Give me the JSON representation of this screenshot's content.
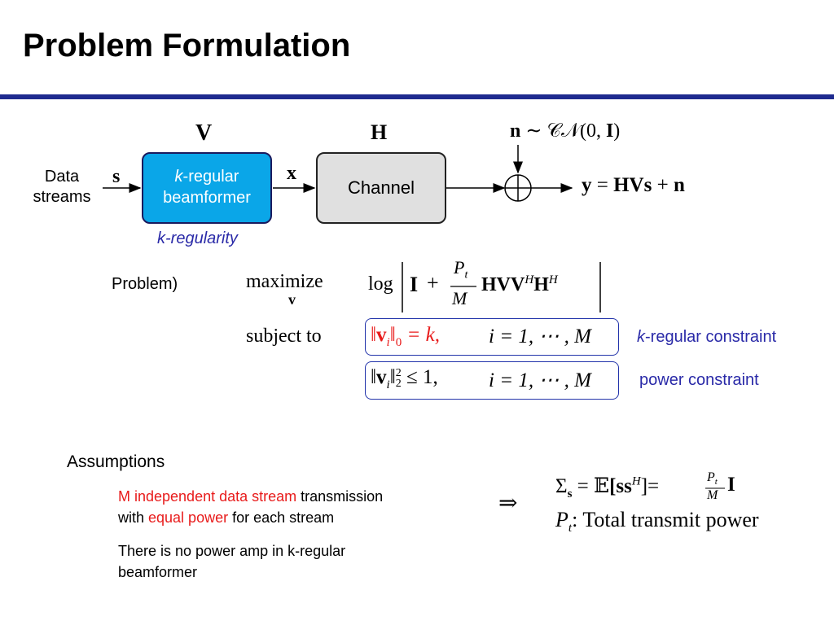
{
  "title": "Problem Formulation",
  "diagram": {
    "input_label_line1": "Data",
    "input_label_line2": "streams",
    "s_symbol": "s",
    "V_symbol": "V",
    "x_symbol": "x",
    "H_symbol": "H",
    "beamformer_k": "k",
    "beamformer_line1_rest": "-regular",
    "beamformer_line2": "beamformer",
    "beamformer_note": "k-regularity",
    "channel_label": "Channel",
    "noise_n": "n",
    "noise_dist": "∼ 𝒞𝒩(0, ",
    "noise_I": "I",
    "noise_close": ")",
    "output_y": "y",
    "output_eq": " = ",
    "output_HVs": "HVs",
    "output_plus": " + ",
    "output_n": "n"
  },
  "problem": {
    "label": "Problem)",
    "maximize": "maximize",
    "maximize_var": "v",
    "objective_log": "log",
    "objective_I": "I",
    "objective_plus": "+",
    "objective_Pt": "P",
    "objective_Pt_sub": "t",
    "objective_M": "M",
    "objective_HVV": "HVV",
    "objective_sup1": "H",
    "objective_H": "H",
    "objective_sup2": "H",
    "subject_to": "subject to",
    "c1_norm_open": "‖",
    "c1_v": "v",
    "c1_i": "i",
    "c1_norm_close": "‖",
    "c1_sub": "0",
    "c1_rest": " = k,",
    "c1_range": "i = 1, ⋯ , M",
    "c1_label_k": "k",
    "c1_label_rest": "-regular constraint",
    "c2_norm_open": "‖",
    "c2_v": "v",
    "c2_i": "i",
    "c2_norm_close": "‖",
    "c2_sup": "2",
    "c2_sub": "2",
    "c2_rest": " ≤ 1,",
    "c2_range": "i = 1, ⋯ , M",
    "c2_label": "power constraint"
  },
  "assumptions": {
    "heading": "Assumptions",
    "item1_red1": "M independent data stream",
    "item1_black1": " transmission",
    "item1_black2": "with ",
    "item1_red2": "equal power",
    "item1_black3": " for each stream",
    "item2_line1": "There is no power amp in k-regular",
    "item2_line2": "beamformer",
    "implies": "⇒",
    "eq_sigma": "Σ",
    "eq_sigma_sub": "s",
    "eq_equals": " = ",
    "eq_E": "𝔼",
    "eq_bracket": "[ss",
    "eq_sup": "H",
    "eq_close": "]=",
    "eq_Pt": "P",
    "eq_Pt_sub": "t",
    "eq_M": "M",
    "eq_I": "I",
    "pt_P": "P",
    "pt_sub": "t",
    "pt_text": ":  Total transmit power"
  },
  "colors": {
    "rule": "#1f2b8f",
    "beamformer_fill": "#0aa6e8",
    "channel_fill": "#e0e0e0",
    "highlight_red": "#e81b1b",
    "label_blue": "#2a2aa8"
  }
}
